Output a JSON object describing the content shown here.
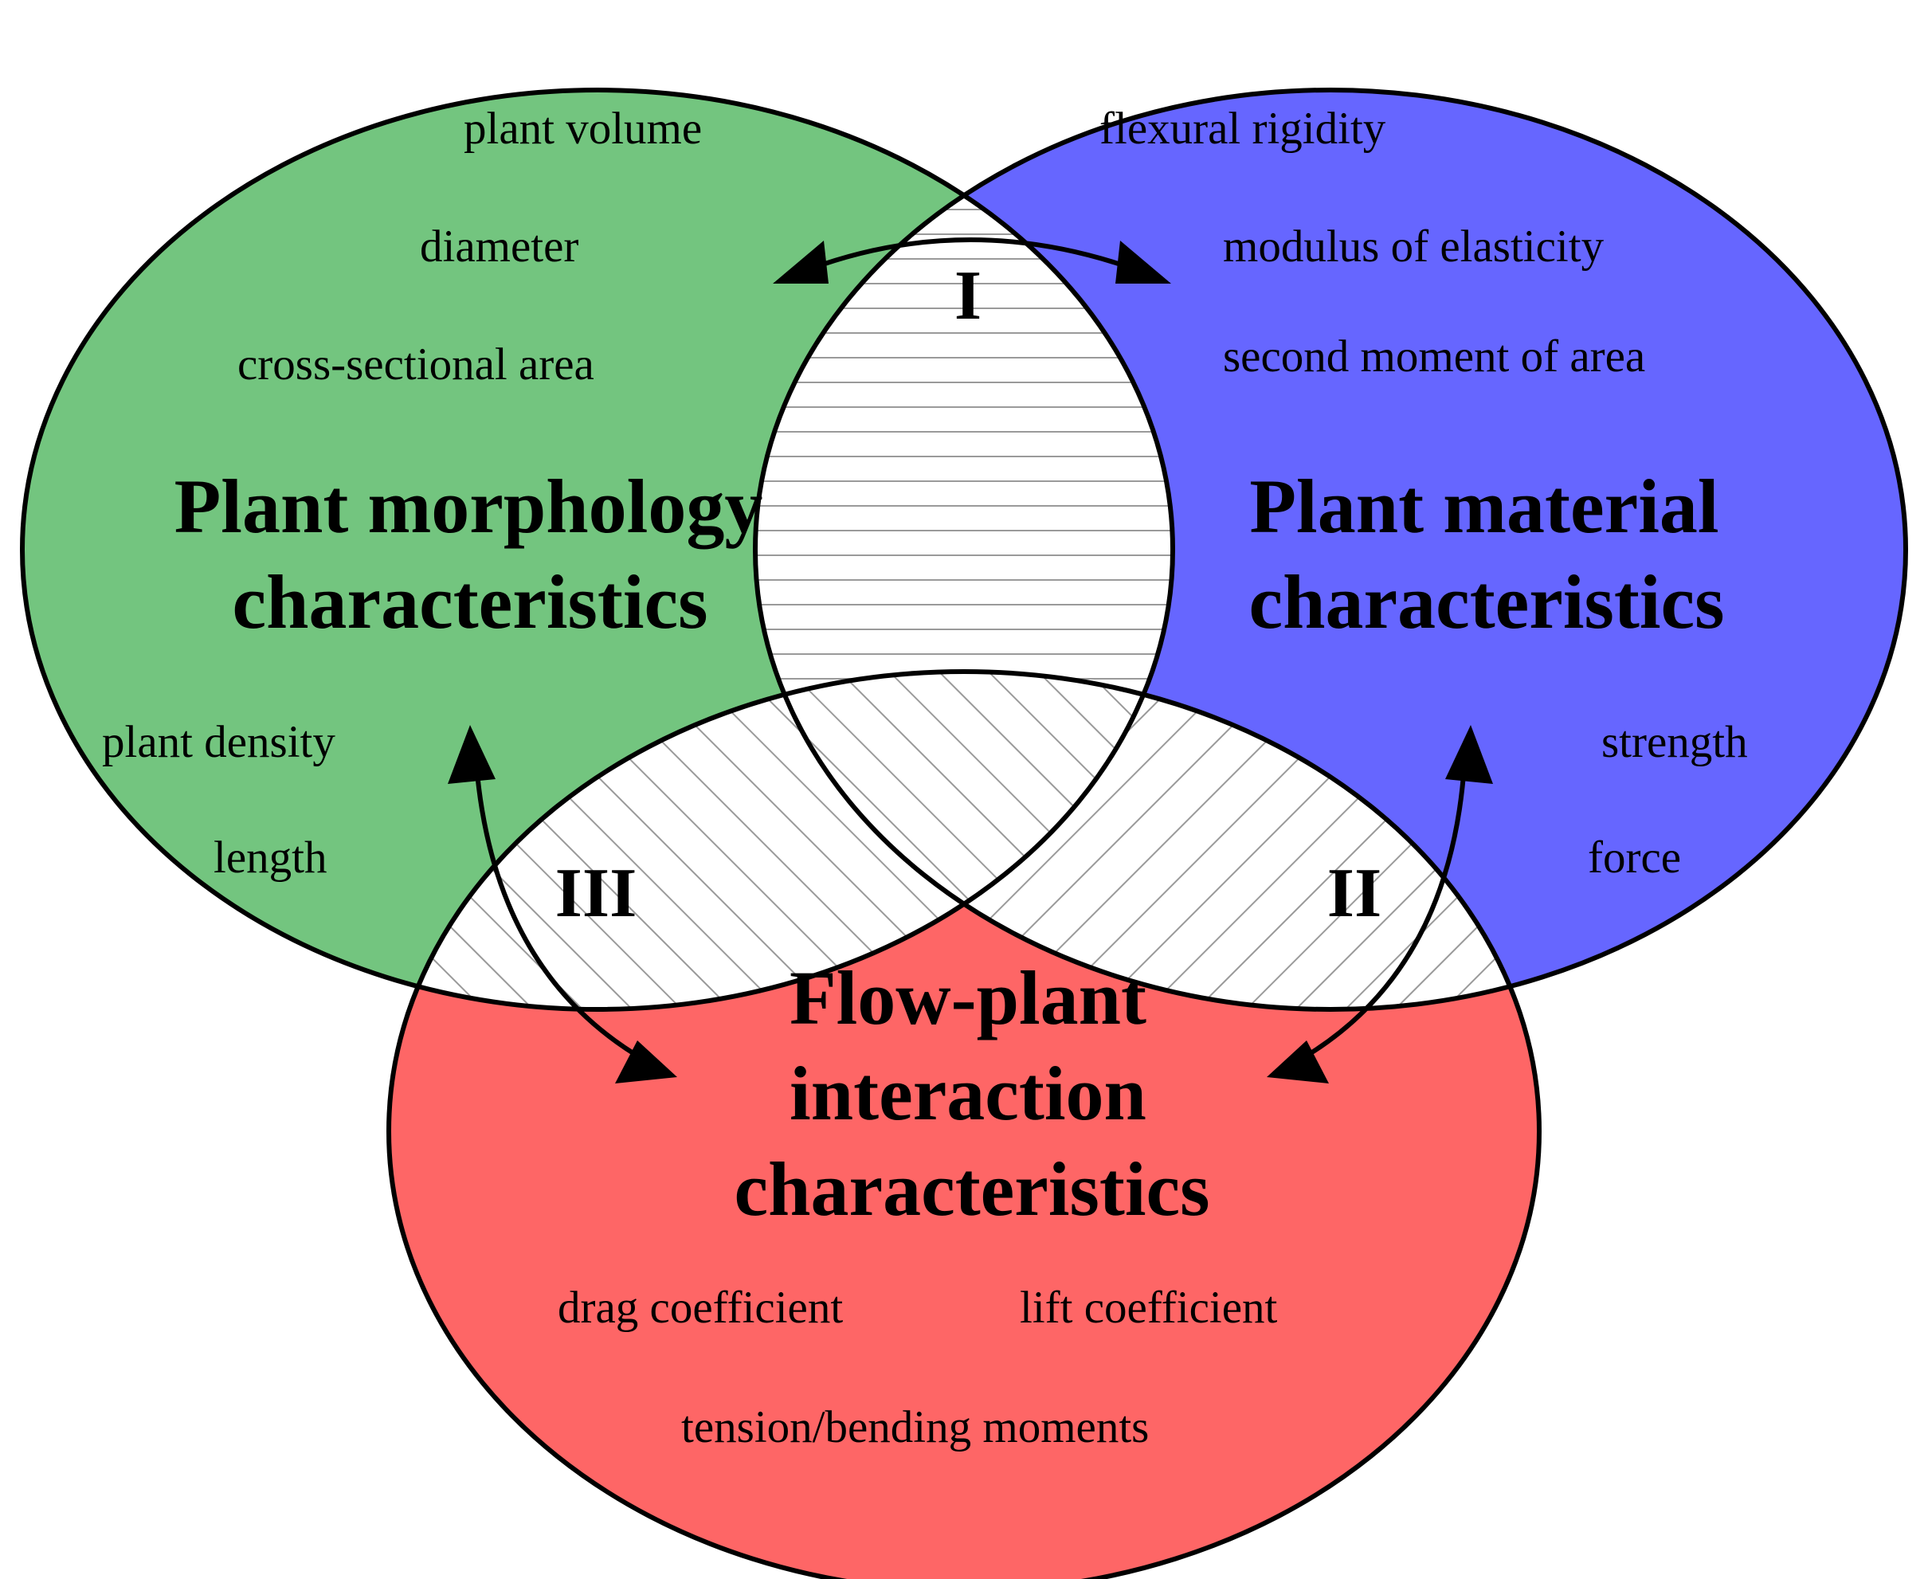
{
  "colors": {
    "morphology": "#73c57f",
    "material": "#6666ff",
    "interaction": "#fe6666",
    "overlap": "#ffffff",
    "hatch": "#9a9a9a"
  },
  "morphology": {
    "title_line1": "Plant morphology",
    "title_line2": "characteristics",
    "items": {
      "plant_volume": "plant volume",
      "diameter": "diameter",
      "cross_sectional_area": "cross-sectional area",
      "plant_density": "plant density",
      "length": "length"
    }
  },
  "material": {
    "title_line1": "Plant material",
    "title_line2": "characteristics",
    "items": {
      "flexural_rigidity": "flexural rigidity",
      "modulus_of_elasticity": "modulus of elasticity",
      "second_moment_of_area": "second moment of area",
      "strength": "strength",
      "force": "force"
    }
  },
  "interaction": {
    "title_line1": "Flow-plant",
    "title_line2": "interaction",
    "title_line3": "characteristics",
    "items": {
      "drag_coefficient": "drag coefficient",
      "lift_coefficient": "lift coefficient",
      "tension_bending_moments": "tension/bending moments"
    }
  },
  "regions": {
    "one": "I",
    "two": "II",
    "three": "III"
  }
}
